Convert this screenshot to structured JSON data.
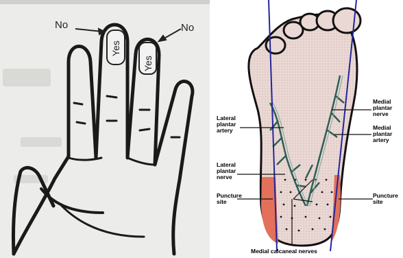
{
  "hand_panel": {
    "no_left": "No",
    "no_right": "No",
    "yes_middle": "Yes",
    "yes_ring": "Yes"
  },
  "foot_panel": {
    "lateral_artery": [
      "Lateral",
      "plantar",
      "artery"
    ],
    "lateral_nerve": [
      "Lateral",
      "plantar",
      "nerve"
    ],
    "puncture_left": [
      "Puncture",
      "site"
    ],
    "medial_nerve": [
      "Medial",
      "plantar",
      "nerve"
    ],
    "medial_artery": [
      "Medial",
      "plantar",
      "artery"
    ],
    "puncture_right": [
      "Puncture",
      "site"
    ],
    "calcaneal": "Medial calcaneal nerves"
  }
}
